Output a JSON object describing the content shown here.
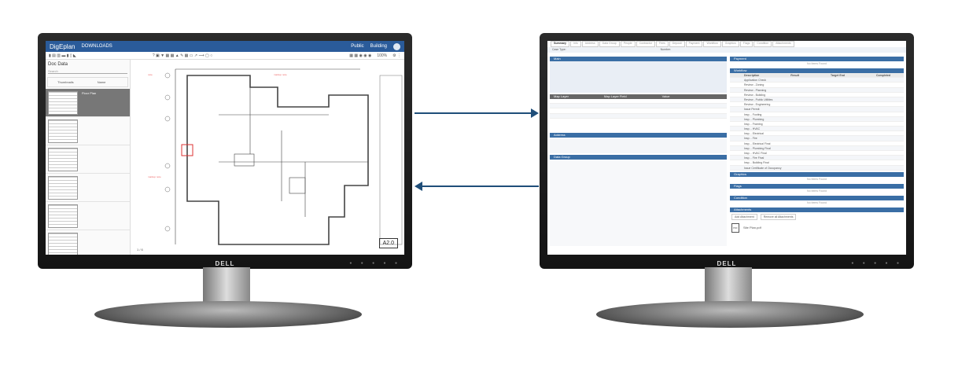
{
  "left_monitor": {
    "brand": "DELL",
    "app": {
      "name": "DigEplan",
      "project": "DOWNLOADS",
      "top_right": [
        "Public",
        "Building"
      ],
      "zoom": "100%",
      "doc_panel": {
        "title": "Doc Data",
        "search_placeholder": "Search",
        "columns": [
          "Thumbnails",
          "Name"
        ]
      },
      "sheet_number": "A2.0",
      "page_indicator": "1 / 6"
    }
  },
  "right_monitor": {
    "brand": "DELL",
    "app": {
      "tabs": [
        "Summary",
        "Info",
        "Address",
        "Data Group",
        "People",
        "Contractor",
        "Fees",
        "Deposit",
        "Payment",
        "Workflow",
        "Graphics",
        "Flags",
        "Condition",
        "Attachments"
      ],
      "active_tab": "Summary",
      "case_type_label": "Case Type:",
      "number_label": "Number:",
      "sections": {
        "main": "Main",
        "payment": "Payment",
        "workflow": "Workflow",
        "address": "Address",
        "data_group": "Data Group",
        "graphics": "Graphics",
        "flags": "Flags",
        "condition": "Condition",
        "attachments": "Attachments"
      },
      "no_items": "No Items Found",
      "map_layer_headers": [
        "Map Layer",
        "Map Layer Field",
        "Value"
      ],
      "workflow_headers": [
        "Description",
        "Result",
        "Target End",
        "Completed"
      ],
      "workflow_items": [
        "Application Check",
        "Review - Zoning",
        "Review - Planning",
        "Review - Building",
        "Review - Public Utilities",
        "Review - Engineering",
        "Issue Permit",
        "Insp. - Footing",
        "Insp. - Plumbing",
        "Insp. - Framing",
        "Insp. - HVAC",
        "Insp. - Electrical",
        "Insp. - Fire",
        "Insp. - Electrical Final",
        "Insp. - Plumbing Final",
        "Insp. - HVAC Final",
        "Insp. - Fire Final",
        "Insp. - Building Final",
        "Issue Certificate of Occupancy"
      ],
      "attachments": {
        "add": "Add Attachment",
        "remove_all": "Remove all Attachments",
        "file": "Site Plan.pdf",
        "file_type": "PDF"
      }
    }
  },
  "colors": {
    "arrow": "#1f4e79",
    "app_blue": "#2a5b9a",
    "section_blue": "#3a6ea5"
  }
}
